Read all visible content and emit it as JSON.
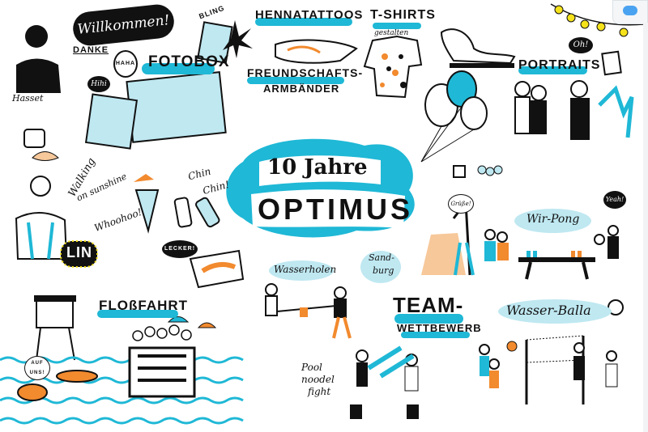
{
  "colors": {
    "accent": "#1fb8d6",
    "light_accent": "#bfe8f1",
    "orange": "#f28a2e",
    "yellow": "#f5e21a",
    "ink": "#111111"
  },
  "center": {
    "line1": "10 Jahre",
    "line2": "OPTIMUS"
  },
  "welcome": {
    "bubble": "Willkommen!",
    "danke": "DANKE",
    "name": "Hasset",
    "haha": "HAHA",
    "hihi": "Hihi"
  },
  "fotobox": {
    "title": "FOTOBOX",
    "bling": "BLING"
  },
  "henna": {
    "title": "HENNATATTOOS"
  },
  "friendship": {
    "line1": "FREUNDSCHAFTS-",
    "line2": "ARMBÄNDER"
  },
  "tshirts": {
    "title": "T-SHIRTS",
    "subtitle": "gestalten"
  },
  "portraits": {
    "title": "PORTRAITS",
    "oh": "Oh!"
  },
  "karaoke": {
    "song1": "Walking",
    "song2": "on sunshine",
    "whoohoo": "Whoohoo!",
    "sign": "LIN"
  },
  "drinks": {
    "chin": "Chin",
    "chin2": "Chin!",
    "lecker": "LECKER!"
  },
  "sandcastle": {
    "label1": "Sand-",
    "label2": "burg",
    "shout": "Grüße!"
  },
  "pong": {
    "title": "Wir-Pong",
    "yeah": "Yeah!"
  },
  "water": {
    "title": "Wasserholen"
  },
  "team": {
    "line1": "TEAM-",
    "line2": "WETTBEWERB"
  },
  "volley": {
    "title": "Wasser-Balla"
  },
  "raft": {
    "title": "FLOßFAHRT",
    "cheer": "AUF UNS!"
  },
  "noodle": {
    "line1": "Pool",
    "line2": "noodel",
    "line3": "fight"
  }
}
